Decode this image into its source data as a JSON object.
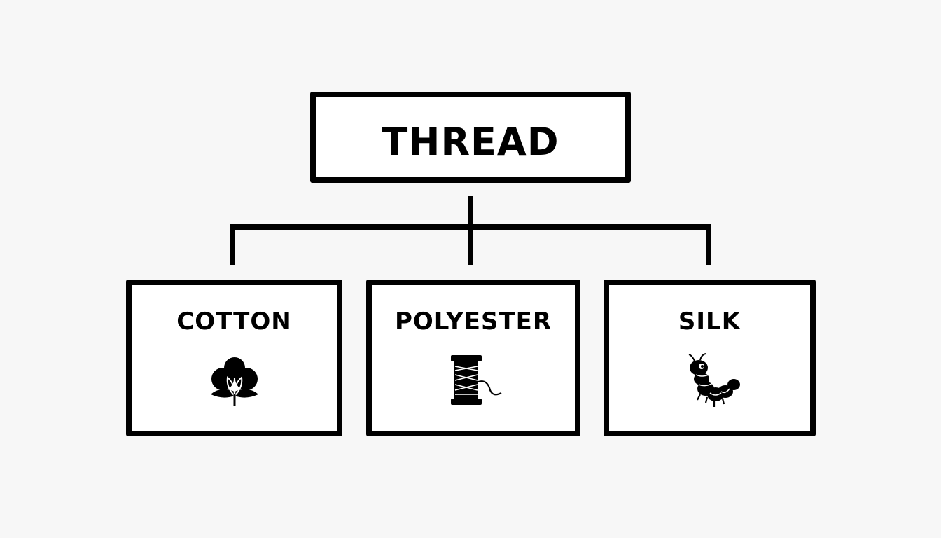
{
  "diagram": {
    "root": {
      "label": "THREAD"
    },
    "children": [
      {
        "id": "cotton",
        "label": "COTTON",
        "icon": "cotton-flower-icon"
      },
      {
        "id": "polyester",
        "label": "POLYESTER",
        "icon": "thread-spool-icon"
      },
      {
        "id": "silk",
        "label": "SILK",
        "icon": "silkworm-icon"
      }
    ],
    "colors": {
      "stroke": "#000000",
      "background": "#f7f7f7"
    }
  }
}
